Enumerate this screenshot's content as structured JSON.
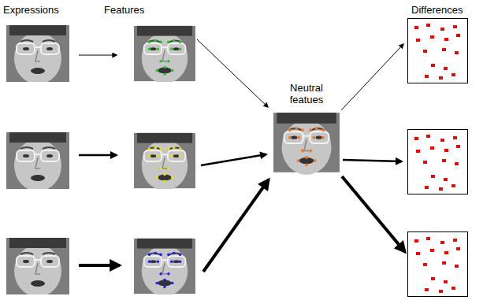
{
  "diagram": {
    "nodes": [
      {
        "text": [
          "Neutral featues"
        ]
      }
    ],
    "labels": [
      "Expressions",
      "Features",
      "Differences"
    ]
  }
}
